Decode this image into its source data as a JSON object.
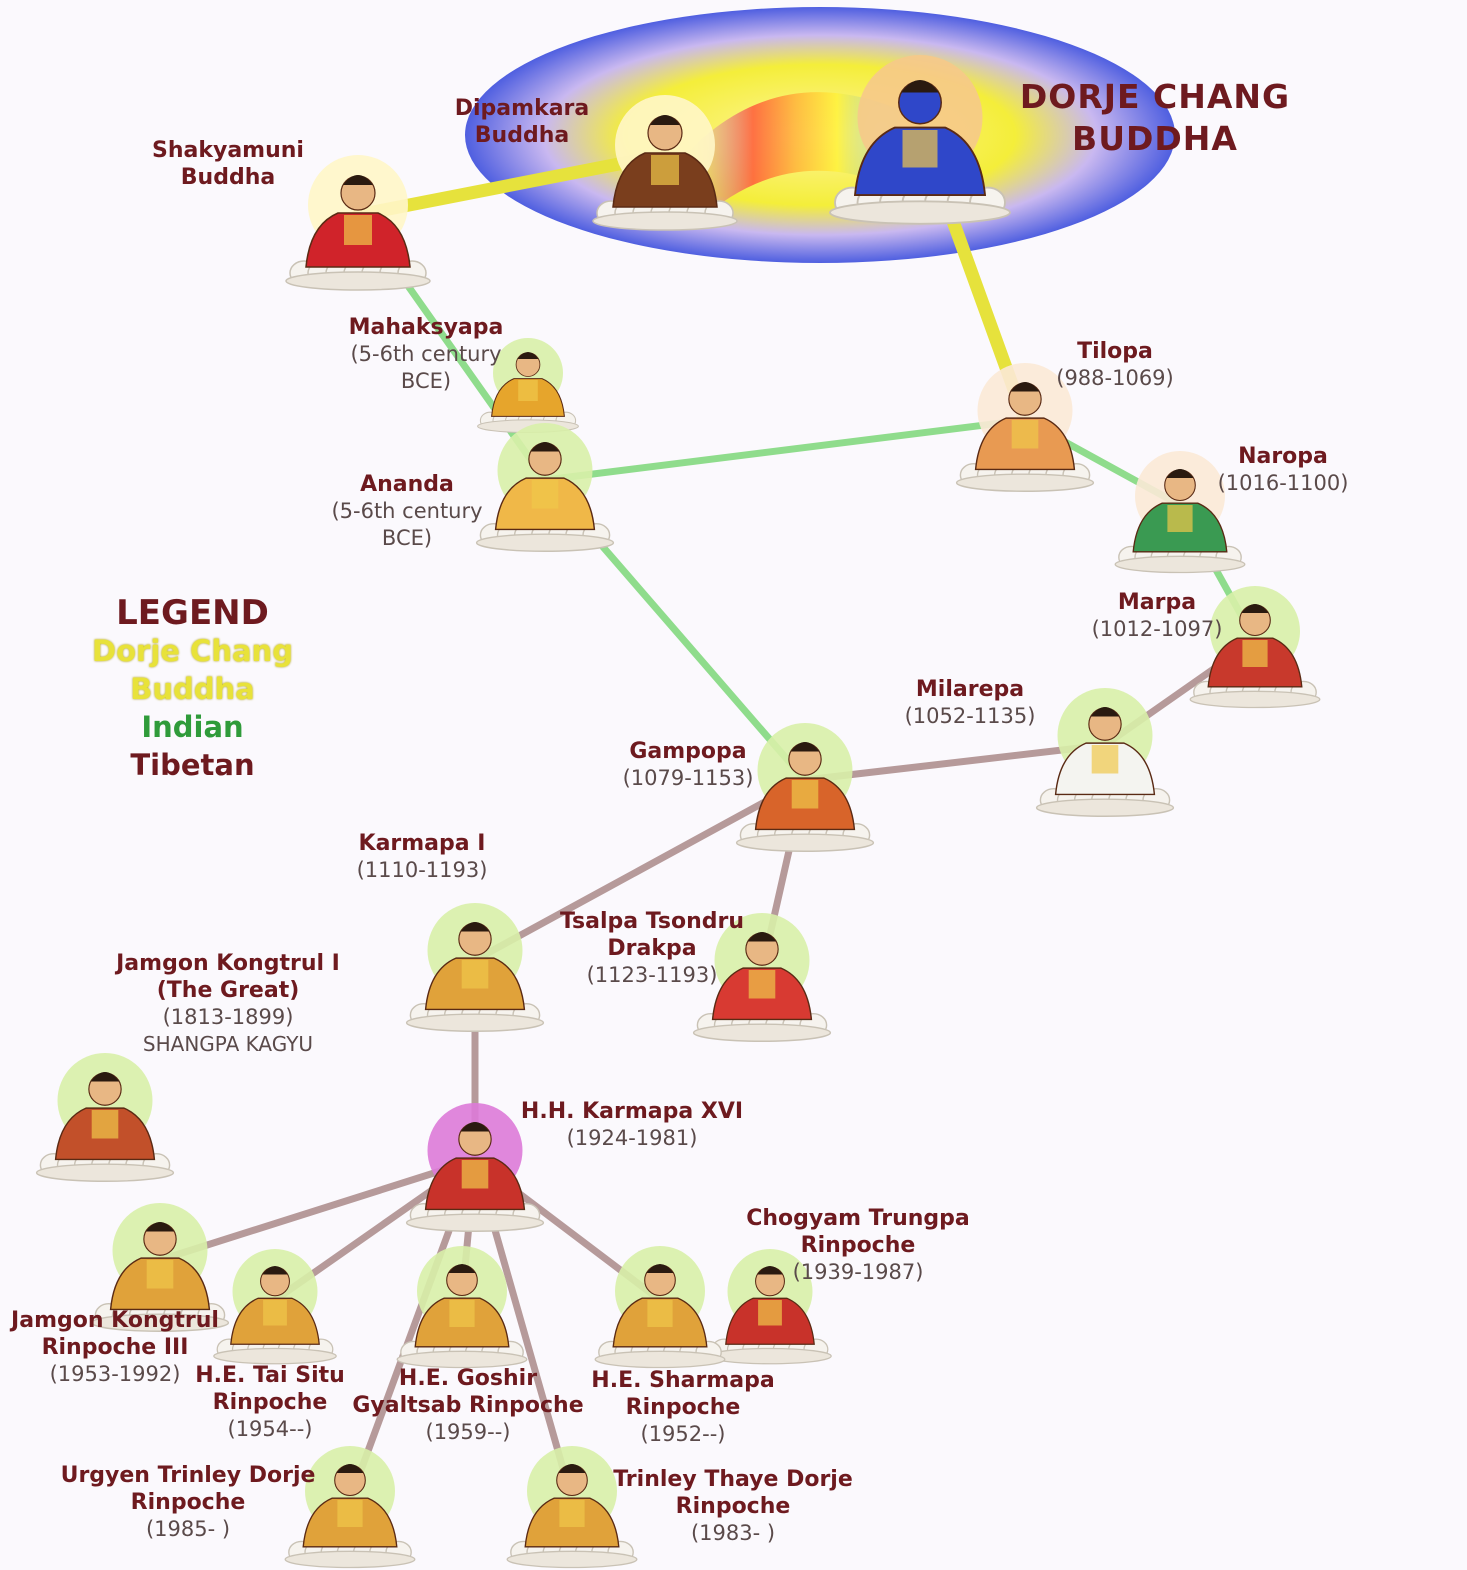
{
  "title_lines": [
    "DORJE CHANG",
    "BUDDHA"
  ],
  "legend": {
    "title": "LEGEND",
    "items": [
      {
        "label_lines": [
          "Dorje Chang",
          "Buddha"
        ],
        "color": "#e8e23a"
      },
      {
        "label_lines": [
          "Indian"
        ],
        "color": "#2f9b3a"
      },
      {
        "label_lines": [
          "Tibetan"
        ],
        "color": "#6e1a1f"
      }
    ]
  },
  "colors": {
    "buddha_line": "#e6e23c",
    "indian_line": "#8fdc8c",
    "tibetan_line": "#b69a9a",
    "label": "#6e1a1f",
    "dates": "#5a4a4a"
  },
  "figures": [
    {
      "id": "dorje-chang",
      "name_lines": [],
      "dates": "",
      "robe": "#2f47c9",
      "halo": "#f6c98a"
    },
    {
      "id": "dipamkara",
      "name_lines": [
        "Dipamkara",
        "Buddha"
      ],
      "dates": "",
      "robe": "#7a3e1d",
      "halo": "#fff6c8"
    },
    {
      "id": "shakyamuni",
      "name_lines": [
        "Shakyamuni",
        "Buddha"
      ],
      "dates": "",
      "robe": "#d0232a",
      "halo": "#fff6c8"
    },
    {
      "id": "mahaksyapa",
      "name_lines": [
        "Mahaksyapa"
      ],
      "dates_lines": [
        "(5-6th century",
        "BCE)"
      ],
      "robe": "#e6a52c",
      "halo": "#d8f0a8"
    },
    {
      "id": "ananda",
      "name_lines": [
        "Ananda"
      ],
      "dates_lines": [
        "(5-6th century",
        "BCE)"
      ],
      "robe": "#f0b848",
      "halo": "#d8f0a8"
    },
    {
      "id": "tilopa",
      "name_lines": [
        "Tilopa"
      ],
      "dates": "(988-1069)",
      "robe": "#e89a52",
      "halo": "#fbe9d6"
    },
    {
      "id": "naropa",
      "name_lines": [
        "Naropa"
      ],
      "dates": "(1016-1100)",
      "robe": "#3a9a52",
      "halo": "#fbe9d6"
    },
    {
      "id": "marpa",
      "name_lines": [
        "Marpa"
      ],
      "dates": "(1012-1097)",
      "robe": "#c8392c",
      "halo": "#d8f0a8"
    },
    {
      "id": "milarepa",
      "name_lines": [
        "Milarepa"
      ],
      "dates": "(1052-1135)",
      "robe": "#f4f4f0",
      "halo": "#d8f0a8"
    },
    {
      "id": "gampopa",
      "name_lines": [
        "Gampopa"
      ],
      "dates": "(1079-1153)",
      "robe": "#d8642a",
      "halo": "#d8f0a8"
    },
    {
      "id": "karmapa-i",
      "name_lines": [
        "Karmapa I"
      ],
      "dates": "(1110-1193)",
      "robe": "#e0a23a",
      "halo": "#d8f0a8"
    },
    {
      "id": "tsalpa",
      "name_lines": [
        "Tsalpa Tsondru",
        "Drakpa"
      ],
      "dates": "(1123-1193)",
      "robe": "#d83a32",
      "halo": "#d8f0a8"
    },
    {
      "id": "jamgon-i",
      "name_lines": [
        "Jamgon Kongtrul I",
        "(The Great)"
      ],
      "dates": "(1813-1899)",
      "extra": "SHANGPA KAGYU",
      "robe": "#c2502a",
      "halo": "#d8f0a8"
    },
    {
      "id": "karmapa-xvi",
      "name_lines": [
        "H.H. Karmapa XVI"
      ],
      "dates": "(1924-1981)",
      "robe": "#c8322a",
      "halo": "#dd7ad8"
    },
    {
      "id": "chogyam",
      "name_lines": [
        "Chogyam Trungpa",
        "Rinpoche"
      ],
      "dates": "(1939-1987)",
      "robe": "#c8322a",
      "halo": "#d8f0a8"
    },
    {
      "id": "jamgon-iii",
      "name_lines": [
        "Jamgon Kongtrul",
        "Rinpoche III"
      ],
      "dates": "(1953-1992)",
      "robe": "#e0a23a",
      "halo": "#d8f0a8"
    },
    {
      "id": "tai-situ",
      "name_lines": [
        "H.E. Tai Situ",
        "Rinpoche"
      ],
      "dates": "(1954--)",
      "robe": "#e0a23a",
      "halo": "#d8f0a8"
    },
    {
      "id": "goshir",
      "name_lines": [
        "H.E. Goshir",
        "Gyaltsab Rinpoche"
      ],
      "dates": "(1959--)",
      "robe": "#e0a23a",
      "halo": "#d8f0a8"
    },
    {
      "id": "sharmapa",
      "name_lines": [
        "H.E. Sharmapa",
        "Rinpoche"
      ],
      "dates": "(1952--)",
      "robe": "#e0a23a",
      "halo": "#d8f0a8"
    },
    {
      "id": "urgyen",
      "name_lines": [
        "Urgyen Trinley Dorje",
        "Rinpoche"
      ],
      "dates": "(1985- )",
      "robe": "#e0a23a",
      "halo": "#d8f0a8"
    },
    {
      "id": "thaye",
      "name_lines": [
        "Trinley Thaye Dorje",
        "Rinpoche"
      ],
      "dates": "(1983- )",
      "robe": "#e0a23a",
      "halo": "#d8f0a8"
    }
  ],
  "connections": [
    {
      "from": "shakyamuni",
      "to": "dipamkara",
      "type": "buddha"
    },
    {
      "from": "dorje-chang",
      "to": "tilopa",
      "type": "buddha"
    },
    {
      "from": "shakyamuni",
      "to": "ananda",
      "type": "indian"
    },
    {
      "from": "ananda",
      "to": "tilopa",
      "type": "indian"
    },
    {
      "from": "ananda",
      "to": "gampopa",
      "type": "indian"
    },
    {
      "from": "tilopa",
      "to": "naropa",
      "type": "indian"
    },
    {
      "from": "naropa",
      "to": "marpa",
      "type": "indian"
    },
    {
      "from": "marpa",
      "to": "milarepa",
      "type": "tibetan"
    },
    {
      "from": "milarepa",
      "to": "gampopa",
      "type": "tibetan"
    },
    {
      "from": "gampopa",
      "to": "karmapa-i",
      "type": "tibetan"
    },
    {
      "from": "gampopa",
      "to": "tsalpa",
      "type": "tibetan"
    },
    {
      "from": "karmapa-i",
      "to": "karmapa-xvi",
      "type": "tibetan"
    },
    {
      "from": "karmapa-xvi",
      "to": "jamgon-iii",
      "type": "tibetan"
    },
    {
      "from": "karmapa-xvi",
      "to": "tai-situ",
      "type": "tibetan"
    },
    {
      "from": "karmapa-xvi",
      "to": "goshir",
      "type": "tibetan"
    },
    {
      "from": "karmapa-xvi",
      "to": "sharmapa",
      "type": "tibetan"
    },
    {
      "from": "karmapa-xvi",
      "to": "urgyen",
      "type": "tibetan"
    },
    {
      "from": "karmapa-xvi",
      "to": "thaye",
      "type": "tibetan"
    }
  ]
}
